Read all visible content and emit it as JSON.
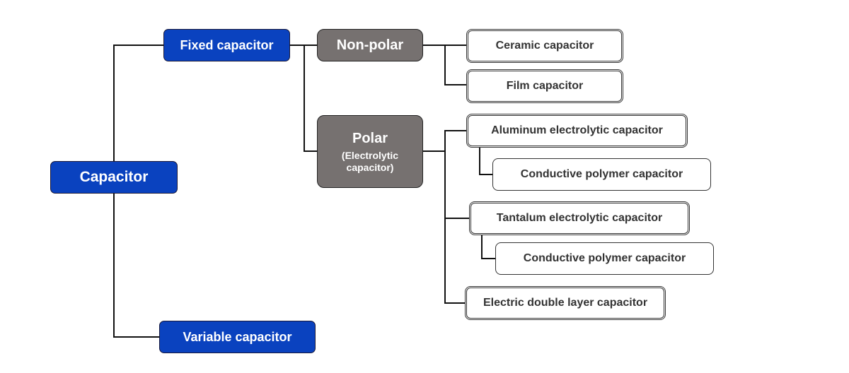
{
  "diagram": {
    "root": "Capacitor",
    "level1": {
      "fixed": "Fixed capacitor",
      "variable": "Variable capacitor"
    },
    "level2": {
      "nonpolar": "Non-polar",
      "polar_title": "Polar",
      "polar_sub1": "(Electrolytic",
      "polar_sub2": "capacitor)"
    },
    "nonpolar_children": [
      "Ceramic capacitor",
      "Film capacitor"
    ],
    "polar_children": {
      "aluminum": "Aluminum electrolytic capacitor",
      "aluminum_sub": "Conductive polymer capacitor",
      "tantalum": "Tantalum electrolytic capacitor",
      "tantalum_sub": "Conductive polymer capacitor",
      "edlc": "Electric double layer capacitor"
    },
    "colors": {
      "primary": "#0a42bf",
      "secondary": "#767170",
      "line": "#111111"
    }
  }
}
